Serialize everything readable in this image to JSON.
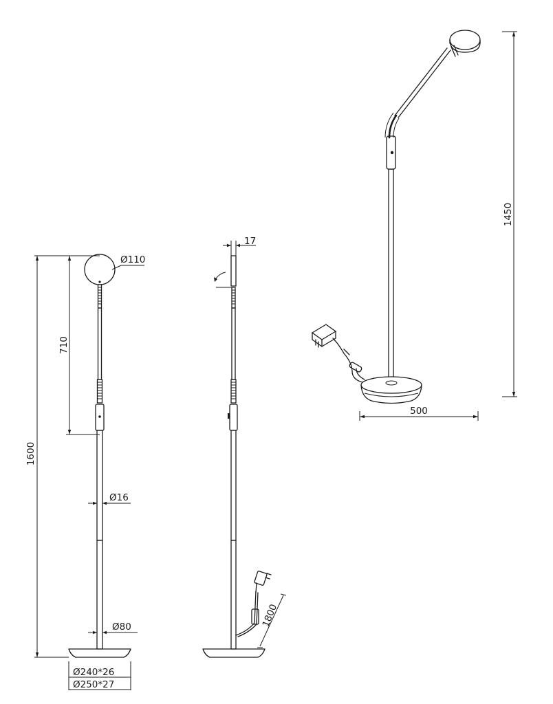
{
  "drawing": {
    "front_view": {
      "head_diameter": "Ø110",
      "arm_length": "710",
      "total_height": "1600",
      "pole_diameter": "Ø16",
      "pole_base_diameter": "Ø80",
      "base_inner": "Ø240*26",
      "base_outer": "Ø250*27"
    },
    "side_view": {
      "head_thickness": "17",
      "cable_length": "1800"
    },
    "perspective_view": {
      "height": "1450",
      "reach": "500"
    }
  }
}
